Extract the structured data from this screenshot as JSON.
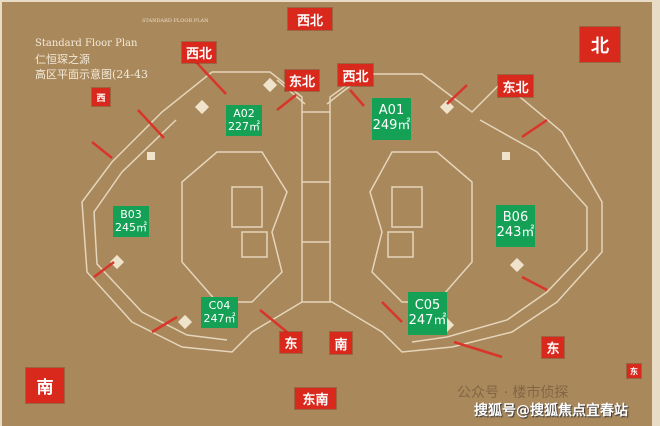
{
  "header": {
    "top_caption": "STANDARD FLOOR PLAN",
    "title_en": "Standard Floor Plan",
    "title_cn1": "仁恒琛之源",
    "title_cn2": "高区平面示意图(24-43"
  },
  "directions": {
    "nw_top": "西北",
    "north": "北",
    "nw_left": "西北",
    "west": "西",
    "ne_mid": "东北",
    "nw_center": "西北",
    "ne_right": "东北",
    "east_left": "东",
    "south_center": "南",
    "east_right": "东",
    "south": "南",
    "southeast": "东南",
    "east_small": "东"
  },
  "units": [
    {
      "name": "A02",
      "area": "227㎡"
    },
    {
      "name": "A01",
      "area": "249㎡"
    },
    {
      "name": "B03",
      "area": "245㎡"
    },
    {
      "name": "B06",
      "area": "243㎡"
    },
    {
      "name": "C04",
      "area": "247㎡"
    },
    {
      "name": "C05",
      "area": "247㎡"
    }
  ],
  "watermark": {
    "faded": "公众号 · 楼市侦探",
    "main": "搜狐号@搜狐焦点宜春站"
  },
  "colors": {
    "background": "#a9885b",
    "label_red": "#d9281c",
    "unit_green": "#14a055"
  }
}
